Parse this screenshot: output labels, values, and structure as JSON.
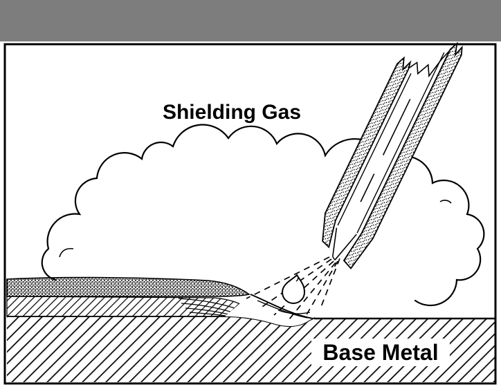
{
  "window": {
    "top_bar": {
      "color": "#7d7d7d"
    },
    "panel": {
      "background": "#ffffff",
      "border_color": "#000000"
    }
  },
  "diagram": {
    "ink_color": "#000000",
    "labels": {
      "shielding_gas": "Shielding Gas",
      "base_metal": "Base Metal"
    },
    "parts": [
      "welding-gun-nozzle",
      "electrode-wire",
      "shielding-gas-cloud",
      "gas-flow-dashed-lines",
      "molten-droplet",
      "weld-pool",
      "weld-bead",
      "solidified-weld-zone",
      "base-metal-plate"
    ]
  }
}
